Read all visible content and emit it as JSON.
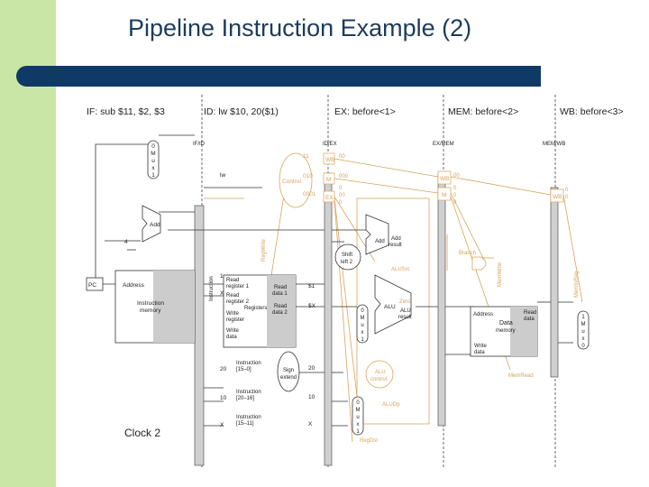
{
  "slide": {
    "title": "Pipeline Instruction Example (2)"
  },
  "stages": {
    "if": "IF: sub $11, $2, $3",
    "id": "ID: lw $10, 20($1)",
    "ex": "EX: before<1>",
    "mem": "MEM: before<2>",
    "wb": "WB: before<3>"
  },
  "pipeline_registers": [
    "IF/ID",
    "ID/EX",
    "EX/MEM",
    "MEM/WB"
  ],
  "components": {
    "mux_if": [
      "0",
      "M",
      "u",
      "x",
      "1"
    ],
    "add_pc": "Add",
    "const_four": "4",
    "pc": "PC",
    "address": "Address",
    "instr_mem": [
      "Instruction",
      "memory"
    ],
    "instruction": "Instruction",
    "control": "Control",
    "regwrite": "RegWrite",
    "regs": {
      "read_reg1": [
        "Read",
        "register 1"
      ],
      "read_reg2": [
        "Read",
        "register 2"
      ],
      "registers": "Registers",
      "write_reg": [
        "Write",
        "register"
      ],
      "write_data": [
        "Write",
        "data"
      ],
      "read_data1": [
        "Read",
        "data 1"
      ],
      "read_data2": [
        "Read",
        "data 2"
      ]
    },
    "sign_extend": [
      "Sign",
      "extend"
    ],
    "instr_15_0": [
      "Instruction",
      "[15–0]"
    ],
    "instr_20_16": [
      "Instruction",
      "[20–16]"
    ],
    "instr_15_11": [
      "Instruction",
      "[15–11]"
    ],
    "shift": [
      "Shift",
      "left 2"
    ],
    "add_branch": "Add",
    "add_result": [
      "Add",
      "result"
    ],
    "branch": "Branch",
    "alusrc": "ALUSrc",
    "zero": "Zero",
    "alu": "ALU",
    "alu_result": [
      "ALU",
      "result"
    ],
    "alu_control": [
      "ALU",
      "control"
    ],
    "aluop": "ALUOp",
    "regdst": "RegDst",
    "mux_alu": [
      "0",
      "M",
      "u",
      "x",
      "1"
    ],
    "mux_regdst": [
      "0",
      "M",
      "u",
      "x",
      "1"
    ],
    "mux_wb": [
      "1",
      "M",
      "u",
      "x",
      "0"
    ],
    "memwrite": "MemWrite",
    "memtoreg": "MemtoReg",
    "memread": "MemRead",
    "data_mem": {
      "address": "Address",
      "read_data": [
        "Read",
        "data"
      ],
      "data": "Data",
      "memory": "memory",
      "write_data": [
        "Write",
        "data"
      ]
    },
    "wb_label": "WB",
    "m_label": "M",
    "ex_label": "EX"
  },
  "values": {
    "ctrl_wb": "11",
    "ctrl_m": "010",
    "ctrl_ex": "0001",
    "lw": "lw",
    "x_in": "X",
    "one": "1",
    "twenty": "20",
    "ten": "10",
    "dollar1": "$1",
    "dollarx": "$X",
    "wb_out": "00",
    "m_out": "000",
    "ex_out": "0",
    "ex_00": "00",
    "ex_0": "0",
    "idex_20": "20",
    "idex_10": "10",
    "idex_x": "X",
    "exmem_wb": "00",
    "exmem_m_0": "0",
    "exmem_m_0b": "0",
    "exmem_m_0c": "0",
    "memwb_0": "0",
    "memwb_0b": "0"
  },
  "footer": {
    "clock": "Clock 2"
  },
  "colors": {
    "active": "#222222",
    "inactive": "#d9a35a",
    "shade": "#cccccc",
    "bar": "#0f3a66",
    "band": "#c9e6a6"
  }
}
